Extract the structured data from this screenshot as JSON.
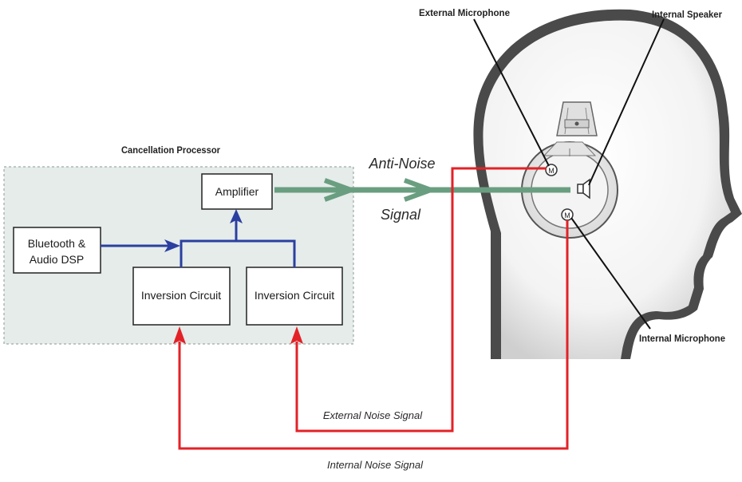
{
  "processor": {
    "title": "Cancellation Processor",
    "amplifier": "Amplifier",
    "bluetooth_line1": "Bluetooth &",
    "bluetooth_line2": "Audio DSP",
    "inversion_left": "Inversion Circuit",
    "inversion_right": "Inversion Circuit"
  },
  "signals": {
    "anti_noise_line1": "Anti-Noise",
    "anti_noise_line2": "Signal",
    "external_noise": "External Noise Signal",
    "internal_noise": "Internal Noise Signal"
  },
  "headphone": {
    "external_microphone": "External Microphone",
    "internal_speaker": "Internal Speaker",
    "internal_microphone": "Internal Microphone",
    "mic_symbol": "M"
  },
  "colors": {
    "control_arrow": "#2b3fa0",
    "noise_line": "#e32227",
    "anti_noise_arrow": "#6a9e80",
    "processor_panel": "#e5ecea"
  }
}
